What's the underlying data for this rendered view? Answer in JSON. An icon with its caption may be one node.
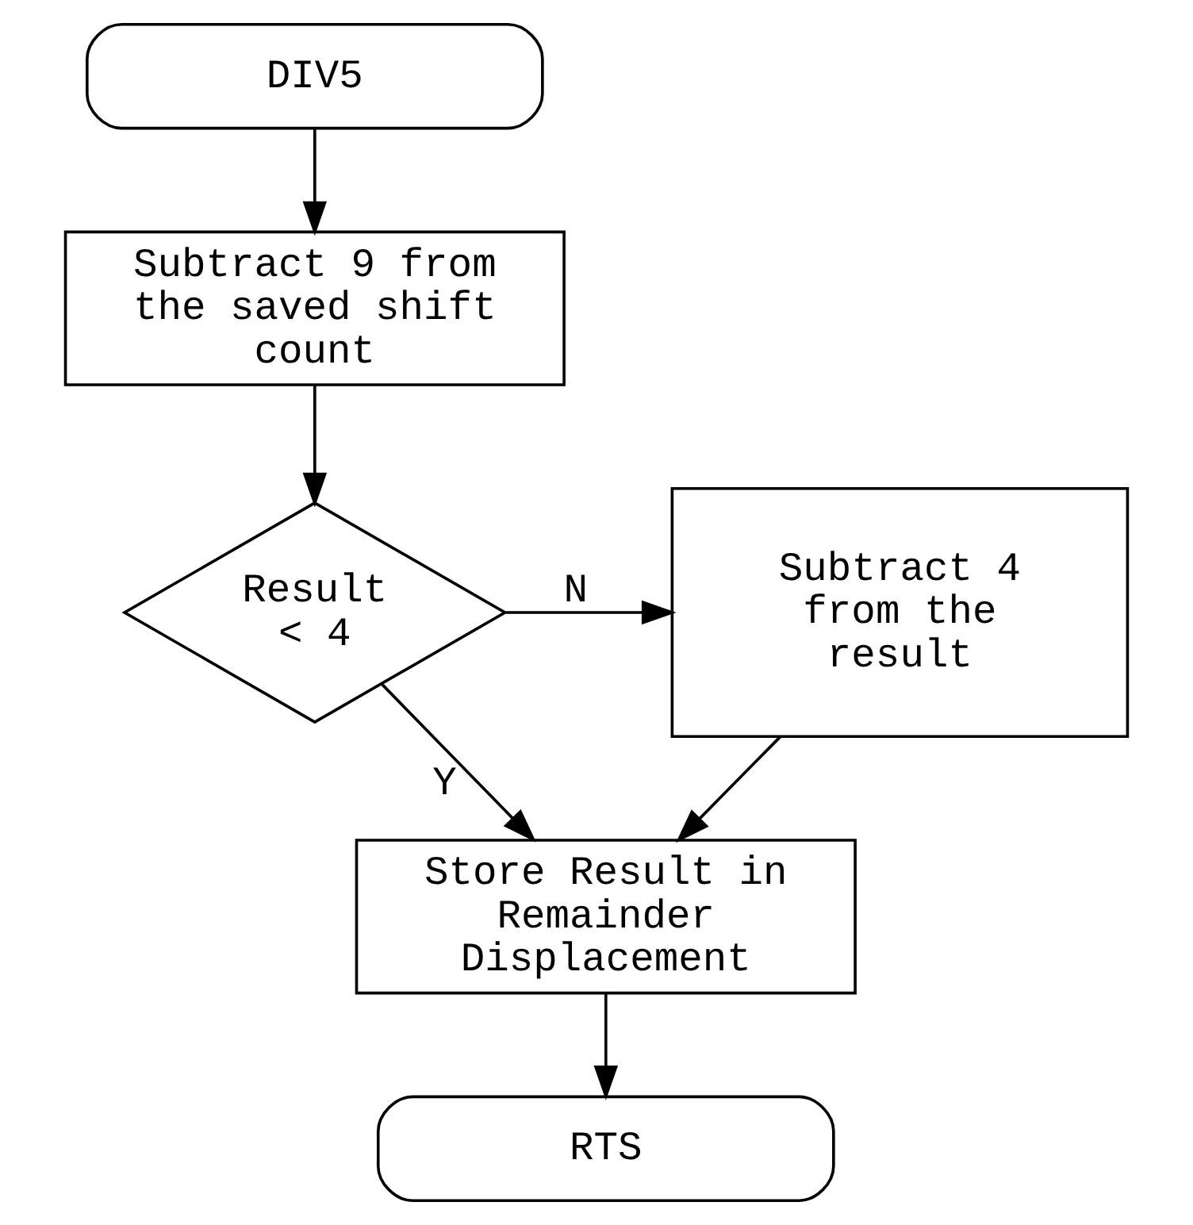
{
  "diagram": {
    "nodes": [
      {
        "text": [
          "DIV5"
        ]
      },
      {
        "text": [
          "Subtract 9 from the saved shift count"
        ]
      },
      {
        "text": [
          "Result < 4"
        ]
      },
      {
        "text": [
          "Subtract 4 from the result"
        ]
      },
      {
        "text": [
          "Store Result in Remainder Displacement"
        ]
      },
      {
        "text": [
          "RTS"
        ]
      }
    ],
    "edges": [
      {
        "from": 0,
        "to": 1,
        "arrow": "to"
      },
      {
        "from": 1,
        "to": 2,
        "arrow": "to"
      },
      {
        "from": 2,
        "to": 3,
        "arrow": "to",
        "label": "N"
      },
      {
        "from": 2,
        "to": 4,
        "arrow": "to",
        "label": "Y"
      },
      {
        "from": 3,
        "to": 4,
        "arrow": "to"
      },
      {
        "from": 4,
        "to": 5,
        "arrow": "to"
      }
    ]
  }
}
